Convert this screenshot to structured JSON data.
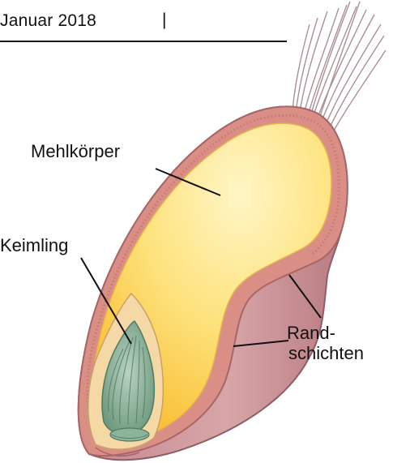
{
  "header": {
    "date": "Januar 2018",
    "separator": "|"
  },
  "labels": {
    "mehlkoerper": "Mehlkörper",
    "keimling": "Keimling",
    "randschichten_line1": "Rand-",
    "randschichten_line2": "schichten"
  },
  "colors": {
    "endosperm_light": "#fff1b0",
    "endosperm_dark": "#f7b82e",
    "bran_outer": "#c98b8e",
    "bran_layer": "#e0908a",
    "germ_green": "#7fa58c",
    "hairs": "#a9888c"
  }
}
